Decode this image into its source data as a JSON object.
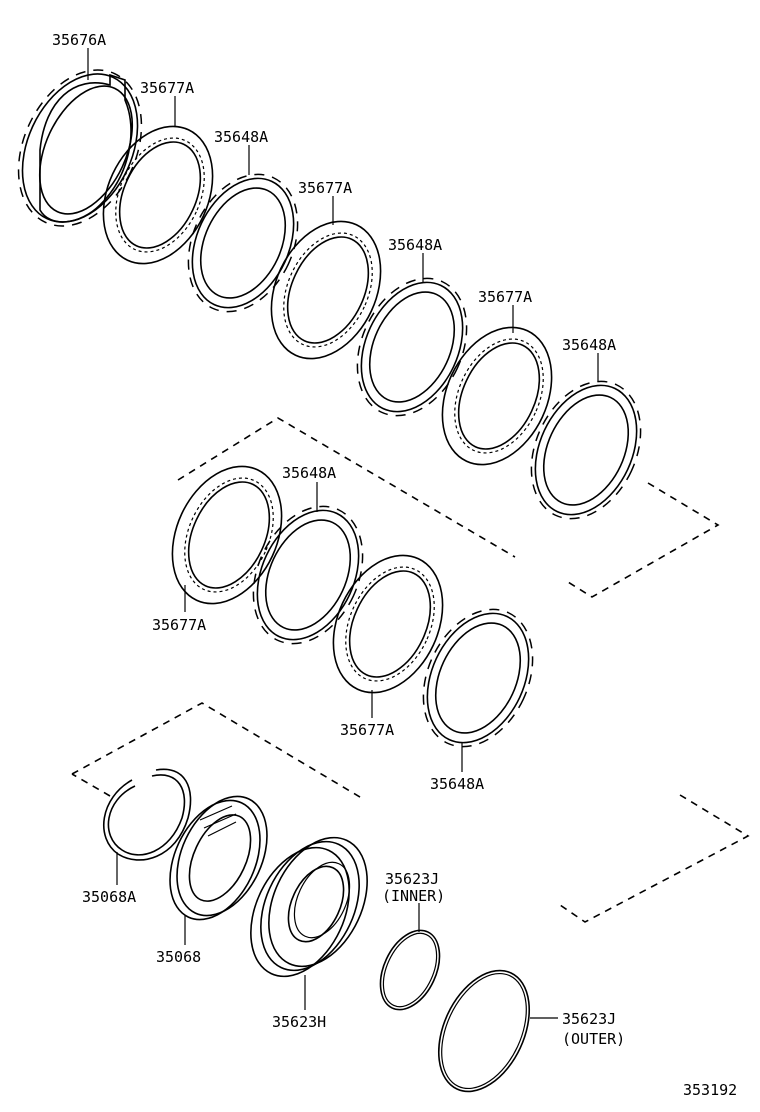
{
  "labels": {
    "p35676A": "35676A",
    "p35677A_1": "35677A",
    "p35648A_1": "35648A",
    "p35677A_2": "35677A",
    "p35648A_2": "35648A",
    "p35677A_3": "35677A",
    "p35648A_3": "35648A",
    "p35648A_4": "35648A",
    "p35677A_4": "35677A",
    "p35677A_5": "35677A",
    "p35648A_5": "35648A",
    "p35068A": "35068A",
    "p35068": "35068",
    "p35623H": "35623H",
    "p35623J_inner": "35623J",
    "inner_note": "(INNER)",
    "p35623J_outer": "35623J",
    "outer_note": "(OUTER)",
    "diagram_id": "353192"
  }
}
